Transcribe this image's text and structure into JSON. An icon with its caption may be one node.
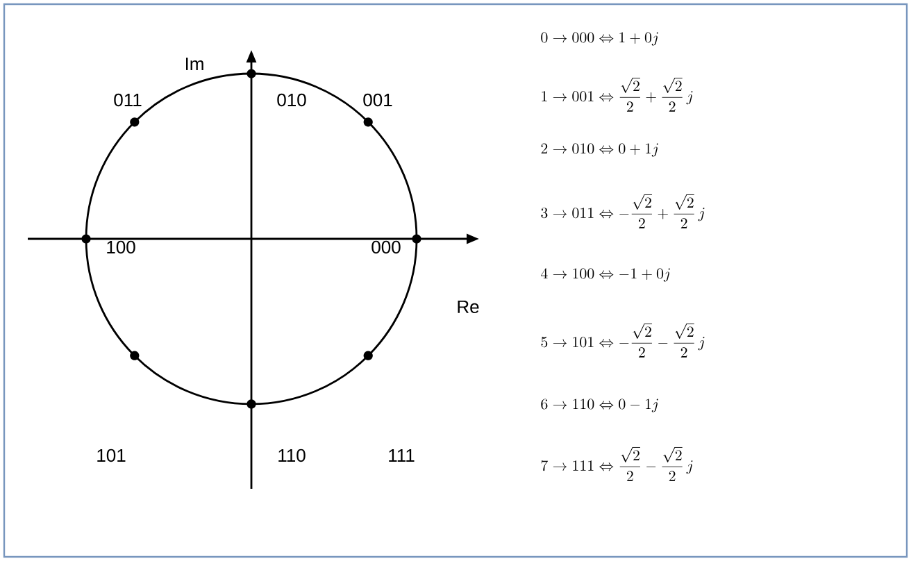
{
  "diagram": {
    "labels": [
      "Im",
      "011",
      "010",
      "001",
      "100",
      "000",
      "Re",
      "101",
      "110",
      "111",
      "0 \\rightarrow 000 \\Leftrightarrow 1 + 0j",
      "1 \\rightarrow 001 \\Leftrightarrow \\frac{\\sqrt{2}}{2} + \\frac{\\sqrt{2}}{2}\\,j",
      "2 \\rightarrow 010 \\Leftrightarrow 0 + 1j",
      "3 \\rightarrow 011 \\Leftrightarrow -\\frac{\\sqrt{2}}{2} + \\frac{\\sqrt{2}}{2}\\,j",
      "4 \\rightarrow 100 \\Leftrightarrow -1 + 0j",
      "5 \\rightarrow 101 \\Leftrightarrow -\\frac{\\sqrt{2}}{2} - \\frac{\\sqrt{2}}{2}\\,j",
      "6 \\rightarrow 110 \\Leftrightarrow 0 - 1j",
      "7 \\rightarrow 111 \\Leftrightarrow \\frac{\\sqrt{2}}{2} - \\frac{\\sqrt{2}}{2}\\,j"
    ]
  }
}
